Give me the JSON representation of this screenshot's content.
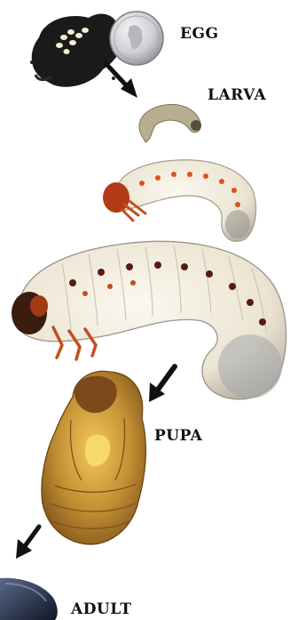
{
  "stages": [
    {
      "key": "egg",
      "label": "EGG"
    },
    {
      "key": "larva",
      "label": "LARVA"
    },
    {
      "key": "pupa",
      "label": "PUPA"
    },
    {
      "key": "adult",
      "label": "ADULT"
    }
  ],
  "colors": {
    "arrow": "#111111",
    "soil": "#1a1a1a",
    "egg": "#f4efd2",
    "coin": "#d9dadc",
    "larva_body": "#efe9dc",
    "larva_head": "#b23a14",
    "larva_spiracle": "#c0501c",
    "pupa": "#c89a3a",
    "adult": "#1e2a44"
  },
  "icons": [
    "arrow-down-right-icon",
    "arrow-down-left-icon",
    "quarter-coin-icon"
  ]
}
